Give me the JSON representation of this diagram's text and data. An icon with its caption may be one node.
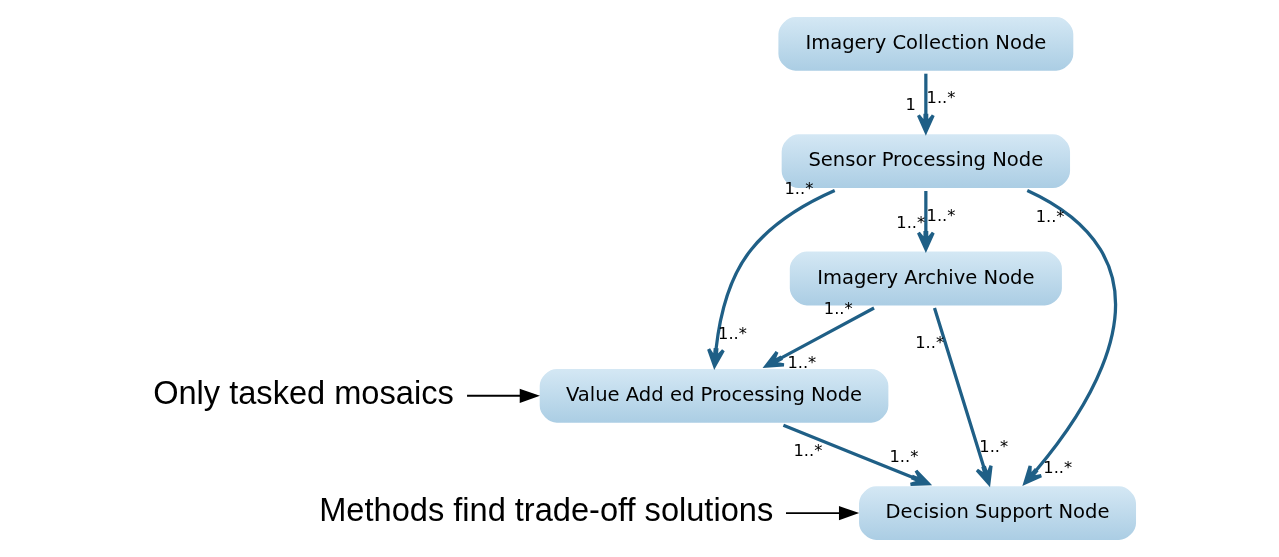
{
  "diagram": {
    "nodes": [
      {
        "text": [
          "Imagery Collection Node"
        ]
      },
      {
        "text": [
          "Sensor Processing Node"
        ]
      },
      {
        "text": [
          "Imagery Archive Node"
        ]
      },
      {
        "text": [
          "Value Add ed Processing Node"
        ]
      },
      {
        "text": [
          "Decision Support Node"
        ]
      },
      {
        "text": [
          "Only tasked mosaics"
        ]
      },
      {
        "text": [
          "Methods find trade-off solutions"
        ]
      }
    ],
    "edges": [
      {
        "from": 0,
        "to": 1,
        "arrow": "to"
      },
      {
        "from": 1,
        "to": 2,
        "arrow": "to"
      },
      {
        "from": 2,
        "to": 4,
        "arrow": "to"
      },
      {
        "from": 2,
        "to": 3,
        "arrow": "to"
      },
      {
        "from": 1,
        "to": 3,
        "arrow": "to"
      },
      {
        "from": 3,
        "to": 4,
        "arrow": "to"
      },
      {
        "from": 1,
        "to": 4,
        "arrow": "to"
      },
      {
        "from": 5,
        "to": 3,
        "arrow": "to",
        "color": "#000000"
      },
      {
        "from": 6,
        "to": 4,
        "arrow": "to",
        "color": "#000000"
      }
    ],
    "labels": [
      "1",
      "1..*",
      "1..*",
      "1..*",
      "1..*",
      "1..*",
      "1..*",
      "1..*",
      "1..*",
      "1..*",
      "1..*",
      "1..*",
      "1..*",
      "1..*"
    ]
  }
}
